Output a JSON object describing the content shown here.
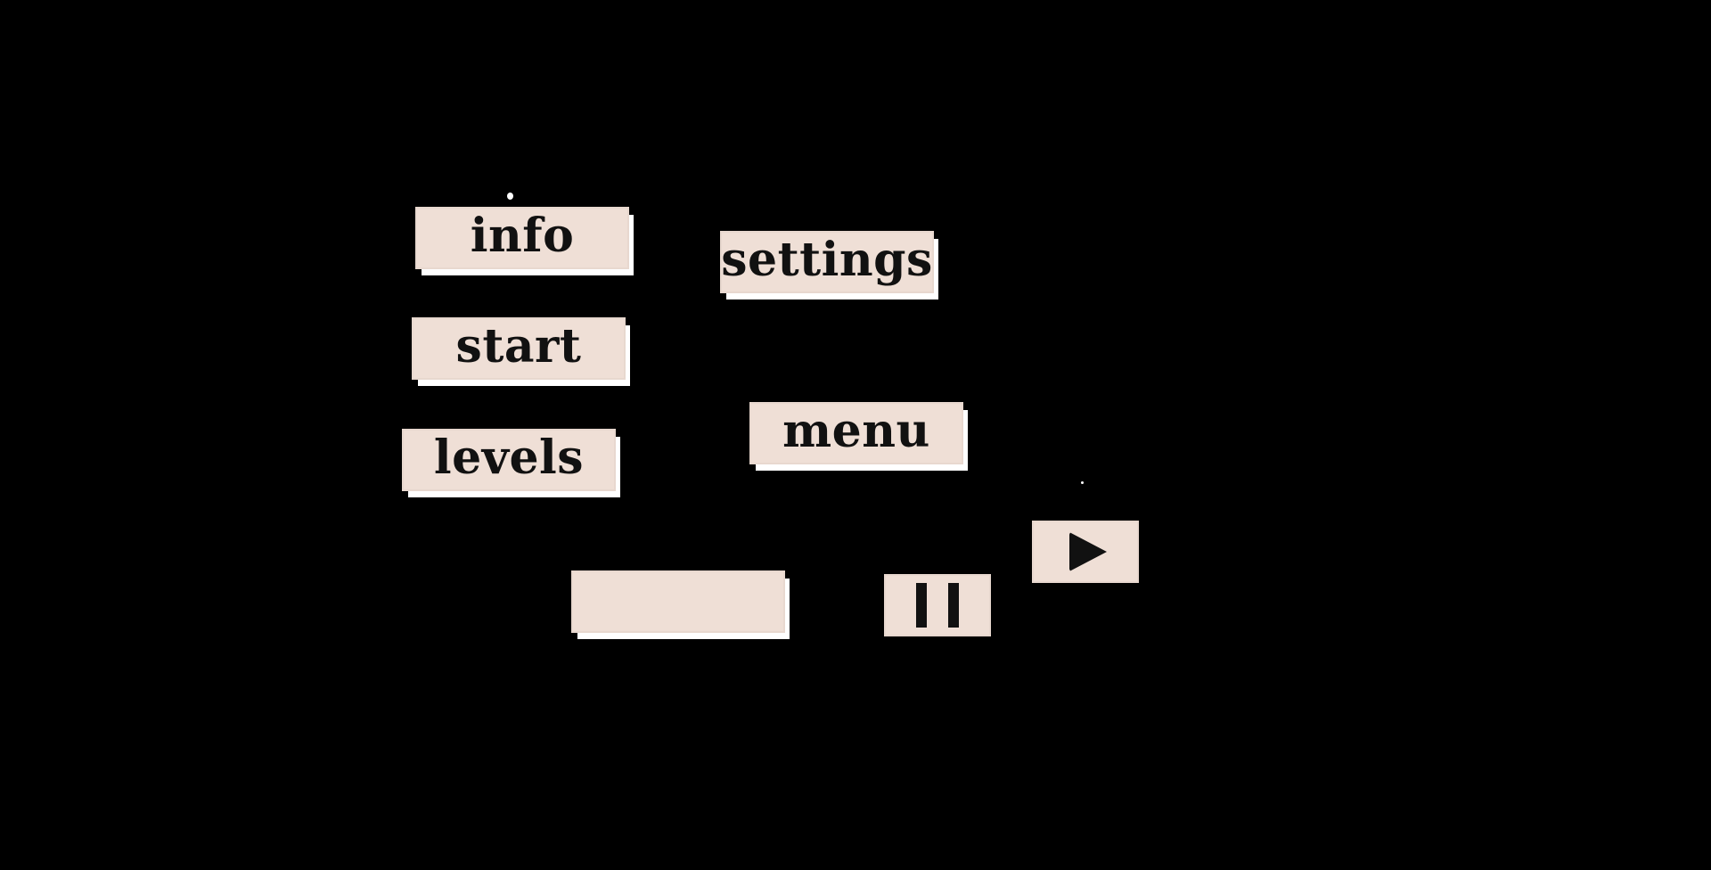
{
  "menu_buttons": {
    "info": "info",
    "settings": "settings",
    "start": "start",
    "menu": "menu",
    "levels": "levels",
    "blank": ""
  },
  "controls": {
    "pause_icon": "pause-icon",
    "play_icon": "play-icon"
  },
  "colors": {
    "background": "#000000",
    "button_fill": "#efdfd6",
    "button_text": "#111111",
    "button_shadow": "#ffffff"
  }
}
